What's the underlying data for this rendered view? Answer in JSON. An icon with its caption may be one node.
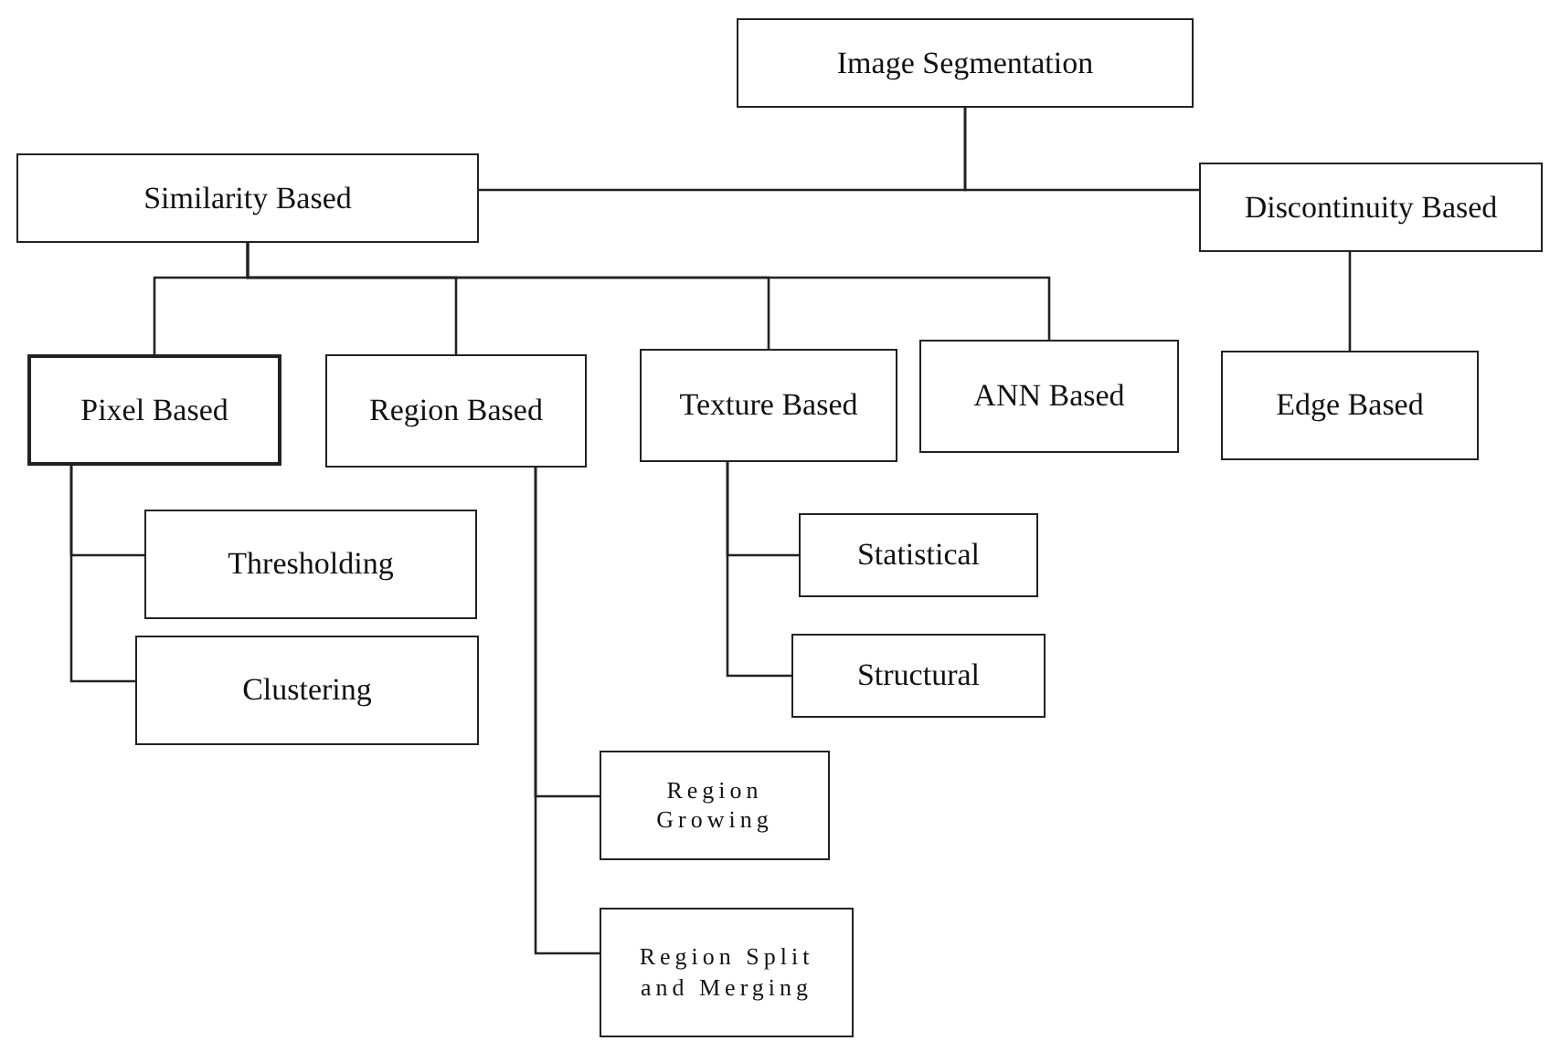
{
  "diagram": {
    "nodes": [
      {
        "text": [
          "Image Segmentation"
        ]
      },
      {
        "text": [
          "Similarity Based"
        ]
      },
      {
        "text": [
          "Discontinuity Based"
        ]
      },
      {
        "text": [
          "Pixel Based"
        ]
      },
      {
        "text": [
          "Region Based"
        ]
      },
      {
        "text": [
          "Texture Based"
        ]
      },
      {
        "text": [
          "ANN Based"
        ]
      },
      {
        "text": [
          "Edge Based"
        ]
      },
      {
        "text": [
          "Thresholding"
        ]
      },
      {
        "text": [
          "Clustering"
        ]
      },
      {
        "text": [
          "Statistical"
        ]
      },
      {
        "text": [
          "Structural"
        ]
      },
      {
        "text": [
          "Region Growing"
        ]
      },
      {
        "text": [
          "Region Split and Merging"
        ]
      }
    ],
    "edges": [
      {
        "from": 0,
        "to": 1,
        "arrow": "none"
      },
      {
        "from": 0,
        "to": 2,
        "arrow": "none"
      },
      {
        "from": 1,
        "to": 3,
        "arrow": "none"
      },
      {
        "from": 1,
        "to": 4,
        "arrow": "none"
      },
      {
        "from": 1,
        "to": 5,
        "arrow": "none"
      },
      {
        "from": 1,
        "to": 6,
        "arrow": "none"
      },
      {
        "from": 2,
        "to": 7,
        "arrow": "none"
      },
      {
        "from": 3,
        "to": 8,
        "arrow": "none"
      },
      {
        "from": 3,
        "to": 9,
        "arrow": "none"
      },
      {
        "from": 4,
        "to": 12,
        "arrow": "none"
      },
      {
        "from": 4,
        "to": 13,
        "arrow": "none"
      },
      {
        "from": 5,
        "to": 10,
        "arrow": "none"
      },
      {
        "from": 5,
        "to": 11,
        "arrow": "none"
      }
    ]
  }
}
